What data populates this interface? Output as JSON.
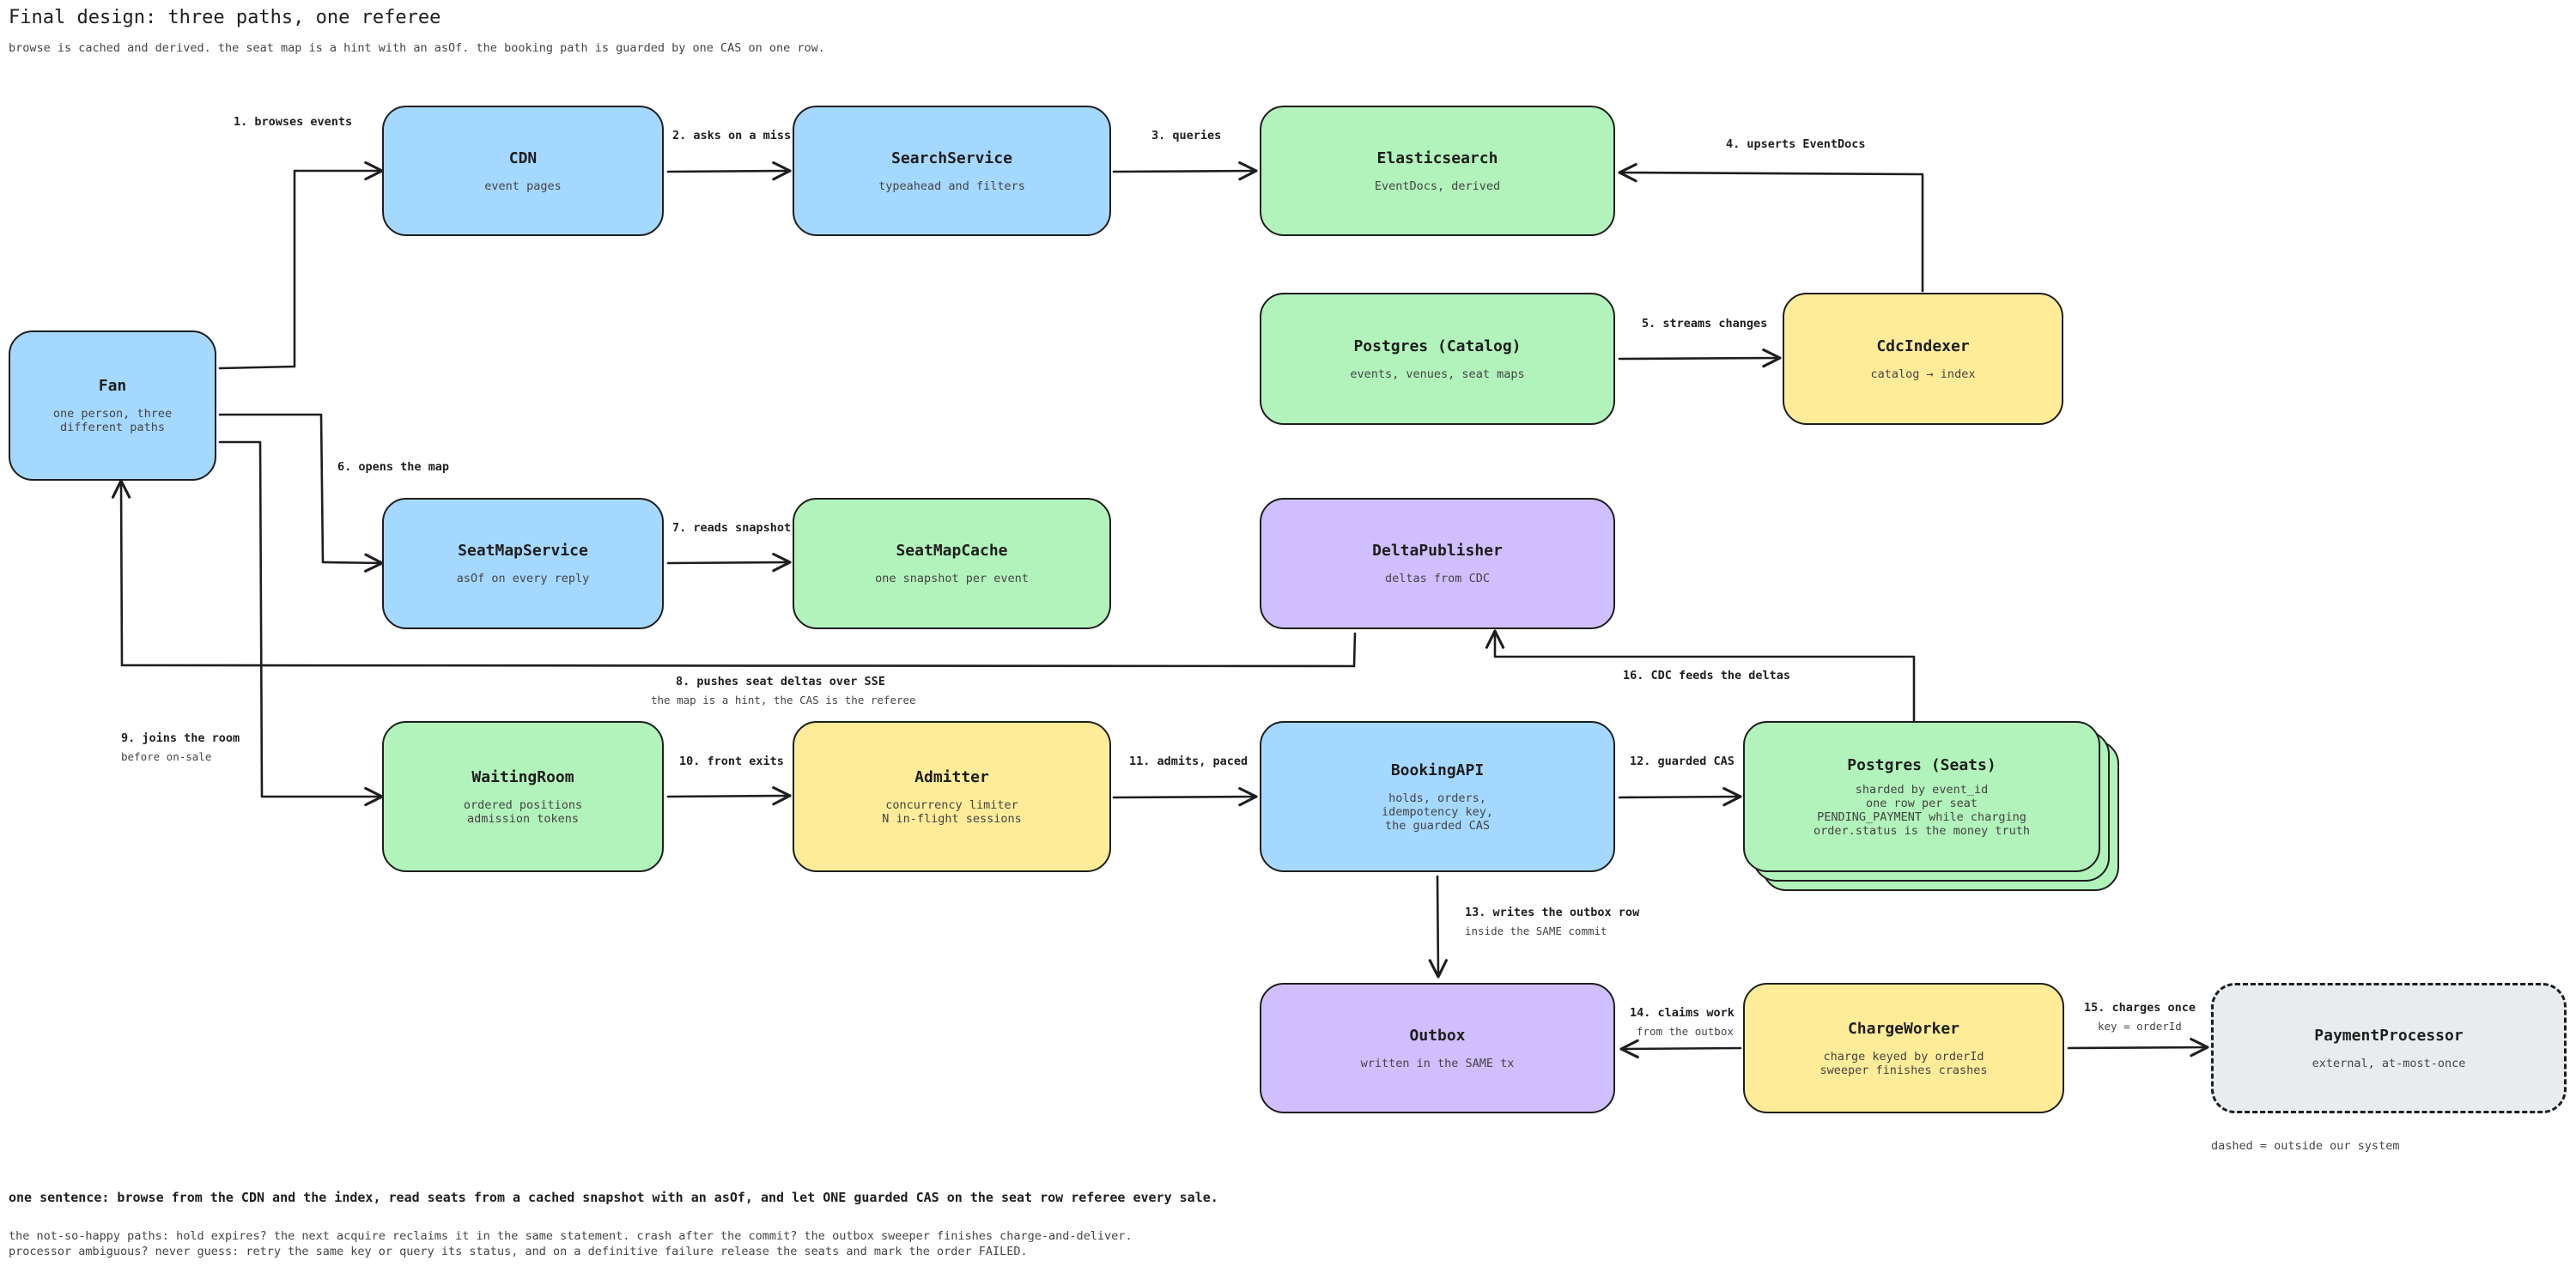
{
  "title": "Final design: three paths, one referee",
  "subtitle": "browse is cached and derived. the seat map is a hint with an asOf. the booking path is guarded by one CAS on one row.",
  "nodes": {
    "fan": {
      "title": "Fan",
      "sub": "one person, three\ndifferent paths"
    },
    "cdn": {
      "title": "CDN",
      "sub": "event pages"
    },
    "search": {
      "title": "SearchService",
      "sub": "typeahead and filters"
    },
    "elastic": {
      "title": "Elasticsearch",
      "sub": "EventDocs, derived"
    },
    "catalog": {
      "title": "Postgres (Catalog)",
      "sub": "events, venues, seat maps"
    },
    "cdc": {
      "title": "CdcIndexer",
      "sub": "catalog → index"
    },
    "seatmap": {
      "title": "SeatMapService",
      "sub": "asOf on every reply"
    },
    "seatcache": {
      "title": "SeatMapCache",
      "sub": "one snapshot per event"
    },
    "delta": {
      "title": "DeltaPublisher",
      "sub": "deltas from CDC"
    },
    "waiting": {
      "title": "WaitingRoom",
      "sub": "ordered positions\nadmission tokens"
    },
    "admitter": {
      "title": "Admitter",
      "sub": "concurrency limiter\nN in-flight sessions"
    },
    "booking": {
      "title": "BookingAPI",
      "sub": "holds, orders,\nidempotency key,\nthe guarded CAS"
    },
    "seats": {
      "title": "Postgres (Seats)",
      "sub": "sharded by event_id\none row per seat\nPENDING_PAYMENT while charging\norder.status is the money truth"
    },
    "outbox": {
      "title": "Outbox",
      "sub": "written in the SAME tx"
    },
    "charge": {
      "title": "ChargeWorker",
      "sub": "charge keyed by orderId\nsweeper finishes crashes"
    },
    "payment": {
      "title": "PaymentProcessor",
      "sub": "external, at-most-once"
    }
  },
  "edges": {
    "e1": {
      "label": "1. browses events"
    },
    "e2": {
      "label": "2. asks on a miss"
    },
    "e3": {
      "label": "3. queries"
    },
    "e4": {
      "label": "4. upserts EventDocs"
    },
    "e5": {
      "label": "5. streams changes"
    },
    "e6": {
      "label": "6. opens the map"
    },
    "e7": {
      "label": "7. reads snapshot"
    },
    "e8": {
      "label": "8. pushes seat deltas over SSE",
      "sub": "the map is a hint, the CAS is the referee"
    },
    "e9": {
      "label": "9. joins the room",
      "sub": "before on-sale"
    },
    "e10": {
      "label": "10. front exits"
    },
    "e11": {
      "label": "11. admits, paced"
    },
    "e12": {
      "label": "12. guarded CAS"
    },
    "e13": {
      "label": "13. writes the outbox row",
      "sub": "inside the SAME commit"
    },
    "e14": {
      "label": "14. claims work",
      "sub": "from the outbox"
    },
    "e15": {
      "label": "15. charges once",
      "sub": "key = orderId"
    },
    "e16": {
      "label": "16. CDC feeds the deltas"
    }
  },
  "legend_note": "dashed = outside our system",
  "summary": "one sentence: browse from the CDN and the index, read seats from a cached snapshot with an asOf, and let ONE guarded CAS on the seat row referee every sale.",
  "footer": {
    "line1": "the not-so-happy paths: hold expires? the next acquire reclaims it in the same statement. crash after the commit? the outbox sweeper finishes charge-and-deliver.",
    "line2": "processor ambiguous? never guess: retry the same key or query its status, and on a definitive failure release the seats and mark the order FAILED."
  }
}
